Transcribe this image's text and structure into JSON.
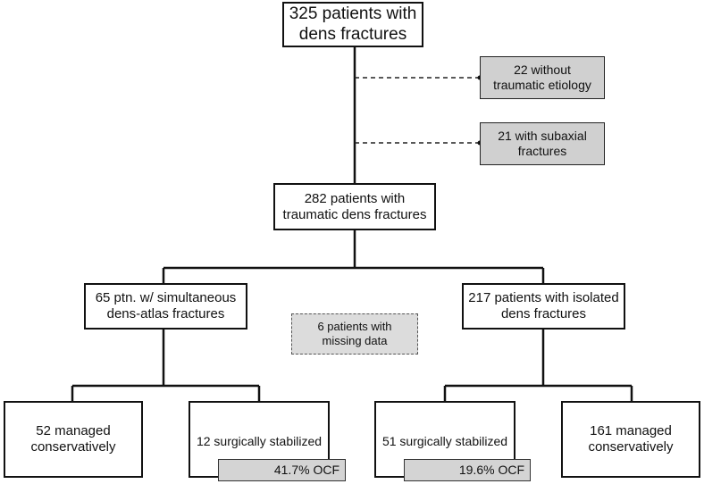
{
  "boxes": {
    "root": [
      "325 patients with",
      "dens fractures"
    ],
    "excl_etiology": [
      "22 without",
      "traumatic etiology"
    ],
    "excl_subaxial": [
      "21 with subaxial",
      "fractures"
    ],
    "traumatic": [
      "282 patients with",
      "traumatic dens fractures"
    ],
    "simultaneous": [
      "65 ptn. w/ simultaneous",
      "dens-atlas fractures"
    ],
    "isolated": [
      "217 patients with isolated",
      "dens fractures"
    ],
    "missing": [
      "6 patients with",
      "missing data"
    ],
    "left_conservative": [
      "52 managed",
      "conservatively"
    ],
    "left_surgical": [
      "12 surgically stabilized"
    ],
    "right_surgical": [
      "51 surgically stabilized"
    ],
    "right_conservative": [
      "161 managed",
      "conservatively"
    ]
  },
  "ocf": {
    "left": "41.7% OCF",
    "right": "19.6% OCF"
  }
}
